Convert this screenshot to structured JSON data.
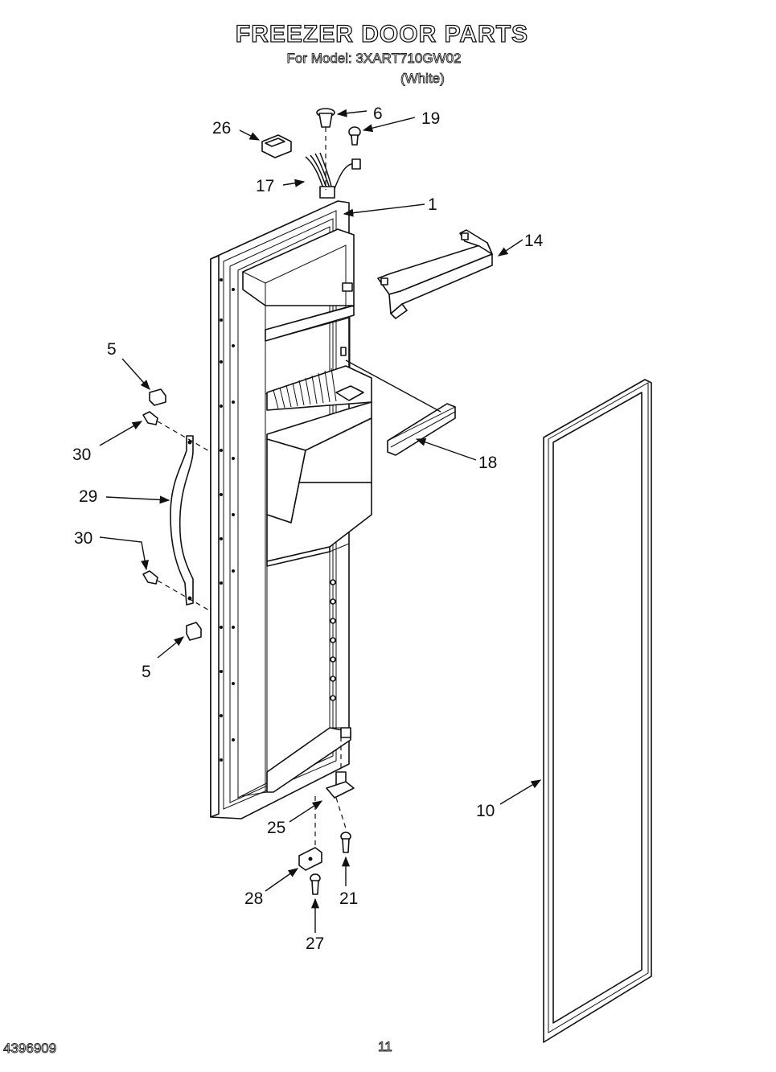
{
  "header": {
    "title": "FREEZER DOOR PARTS",
    "model_line": "For Model: 3XART710GW02",
    "variant": "(White)"
  },
  "footer": {
    "doc_number": "4396909",
    "page_number": "11"
  },
  "callouts": {
    "c1": "1",
    "c5a": "5",
    "c5b": "5",
    "c6": "6",
    "c10": "10",
    "c14": "14",
    "c17": "17",
    "c18": "18",
    "c19": "19",
    "c21": "21",
    "c25": "25",
    "c26": "26",
    "c27": "27",
    "c28": "28",
    "c29": "29",
    "c30a": "30",
    "c30b": "30"
  }
}
